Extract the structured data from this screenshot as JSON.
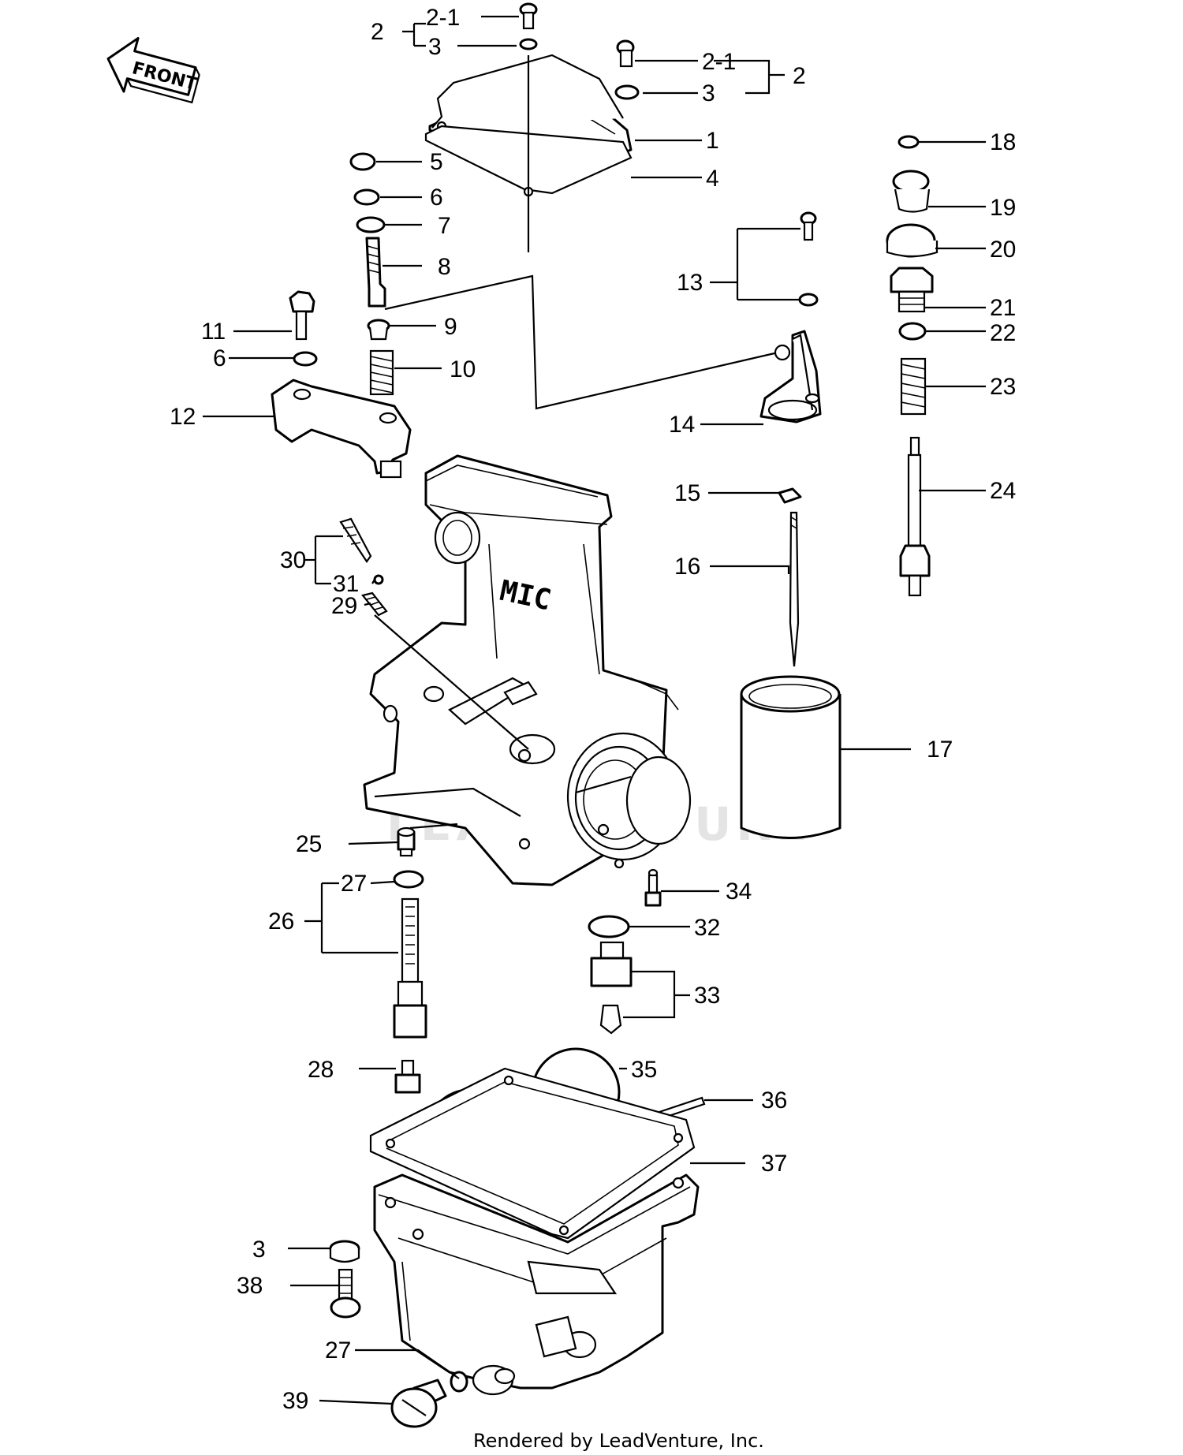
{
  "front_arrow": {
    "text": "FRONT"
  },
  "body_marking": "MIC",
  "watermark": "LEADVENTURE",
  "credit": "Rendered by LeadVenture, Inc.",
  "callouts": {
    "c2a": "2",
    "c21a": "2-1",
    "c3a": "3",
    "c21b": "2-1",
    "c3b": "3",
    "c2b": "2",
    "c1": "1",
    "c4": "4",
    "c5": "5",
    "c6a": "6",
    "c7": "7",
    "c8": "8",
    "c9": "9",
    "c10": "10",
    "c11": "11",
    "c6b": "6",
    "c12": "12",
    "c13": "13",
    "c14": "14",
    "c15": "15",
    "c16": "16",
    "c17": "17",
    "c18": "18",
    "c19": "19",
    "c20": "20",
    "c21": "21",
    "c22": "22",
    "c23": "23",
    "c24": "24",
    "c30": "30",
    "c31": "31",
    "c29": "29",
    "c25": "25",
    "c27a": "27",
    "c26": "26",
    "c34": "34",
    "c32": "32",
    "c33": "33",
    "c28": "28",
    "c35": "35",
    "c36": "36",
    "c37": "37",
    "c3c": "3",
    "c38": "38",
    "c27b": "27",
    "c39": "39"
  }
}
